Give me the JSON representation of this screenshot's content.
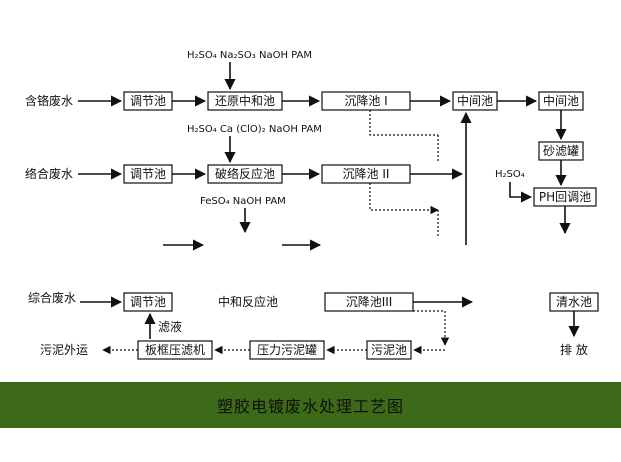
{
  "reagents": {
    "r1": "H₂SO₄ Na₂SO₃ NaOH PAM",
    "r2": "H₂SO₄ Ca (ClO)₂ NaOH PAM",
    "r3": "FeSO₄ NaOH PAM",
    "r4": "H₂SO₄"
  },
  "inputs": {
    "chromium": "含铬废水",
    "complex": "络合废水",
    "mixed": "综合废水"
  },
  "units": {
    "equalize_1": "调节池",
    "reduce_neutralize": "还原中和池",
    "settle_1": "沉降池 I",
    "middle_1": "中间池",
    "middle_2": "中间池",
    "equalize_2": "调节池",
    "break_complex": "破络反应池",
    "settle_2": "沉降池 II",
    "sand_filter": "砂滤罐",
    "ph_adjust": "PH回调池",
    "equalize_3": "调节池",
    "neutralize_react": "中和反应池",
    "settle_3": "沉降池III",
    "clear_water": "清水池",
    "sludge_pool": "污泥池",
    "press_tank": "压力污泥罐",
    "filter_press": "板框压滤机"
  },
  "labels": {
    "filtrate": "滤液",
    "sludge_out": "污泥外运",
    "discharge": "排 放"
  },
  "footer": {
    "title": "塑胶电镀废水处理工艺图",
    "band_color": "#3c6a18"
  }
}
